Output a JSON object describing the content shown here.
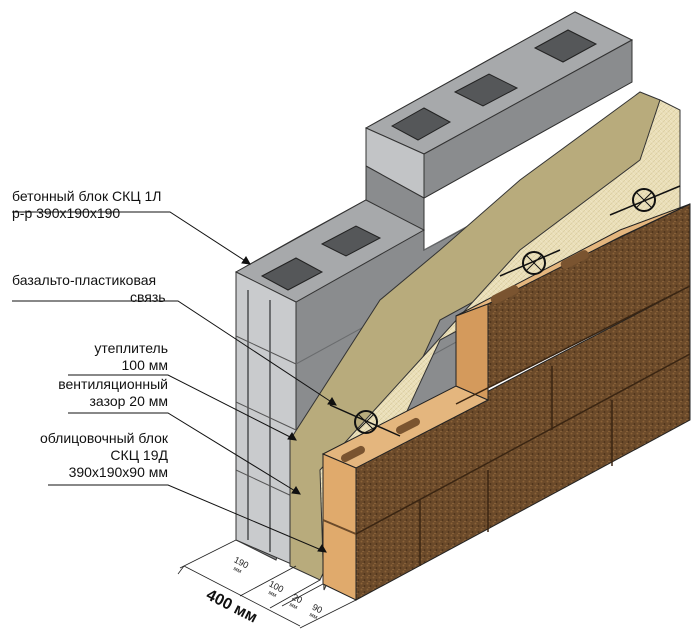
{
  "labels": {
    "concrete_block": [
      "бетонный блок СКЦ 1Л",
      "р-р 390х190х190"
    ],
    "tie": [
      "базальто-пластиковая",
      "связь"
    ],
    "insulation": [
      "утеплитель",
      "100 мм"
    ],
    "air_gap": [
      "вентиляционный",
      "зазор 20 мм"
    ],
    "facing_block": [
      "облицовочный блок",
      "СКЦ 19Д",
      "390х190х90 мм"
    ]
  },
  "dimensions": {
    "d190": {
      "value": "190",
      "unit": "мм"
    },
    "d100": {
      "value": "100",
      "unit": "мм"
    },
    "d20": {
      "value": "20",
      "unit": "мм"
    },
    "d90": {
      "value": "90",
      "unit": "мм"
    },
    "total": "400 мм"
  },
  "colors": {
    "concrete": "#8a8c8e",
    "concrete_light": "#b3b5b7",
    "concrete_dark": "#5f6163",
    "insulation": "#e9dcb0",
    "membrane": "#b9ac7c",
    "facing_top": "#e3b47c",
    "facing_face": "#6b4a2a",
    "outline": "#222222"
  }
}
